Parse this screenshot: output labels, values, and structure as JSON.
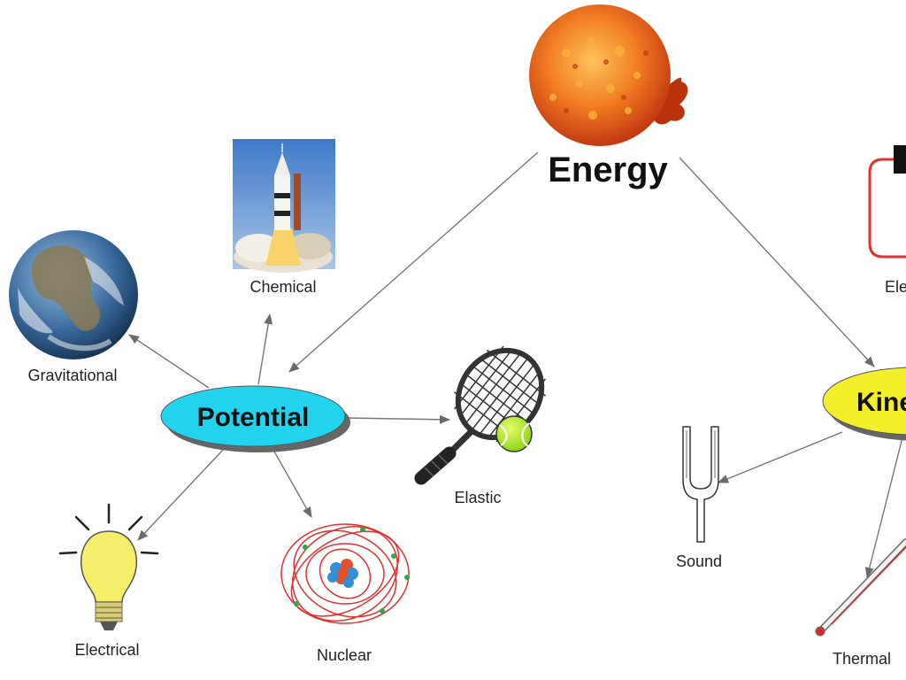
{
  "title": "Energy",
  "nodes": {
    "potential": "Potential",
    "kinetic": "Kinetic"
  },
  "labels": {
    "chemical": "Chemical",
    "gravitational": "Gravitational",
    "elastic": "Elastic",
    "electrical": "Electrical",
    "nuclear": "Nuclear",
    "sound": "Sound",
    "thermal": "Thermal",
    "electric_partial": "Ele"
  },
  "colors": {
    "potential_fill": "#22d3ee",
    "kinetic_fill": "#f5ef2a",
    "arrow": "#777777",
    "sun": "#e8501a"
  },
  "icons": [
    "sun-icon",
    "rocket-icon",
    "earth-icon",
    "tennis-racket-icon",
    "light-bulb-icon",
    "atom-icon",
    "tuning-fork-icon",
    "thermometer-icon",
    "circuit-icon"
  ]
}
